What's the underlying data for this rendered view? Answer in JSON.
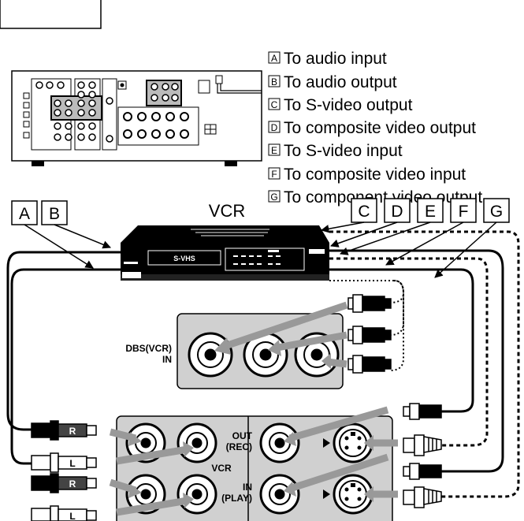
{
  "legend": [
    {
      "letter": "A",
      "text": "To audio input"
    },
    {
      "letter": "B",
      "text": "To audio output"
    },
    {
      "letter": "C",
      "text": "To S-video output"
    },
    {
      "letter": "D",
      "text": "To composite video output"
    },
    {
      "letter": "E",
      "text": "To S-video input"
    },
    {
      "letter": "F",
      "text": "To composite video input"
    },
    {
      "letter": "G",
      "text": "To component video output"
    }
  ],
  "vcr": {
    "title": "VCR",
    "badge": "S-VHS"
  },
  "panels": {
    "dbs_label_line1": "DBS(VCR)",
    "dbs_label_line2": "IN",
    "vcr_label": "VCR",
    "out_line1": "OUT",
    "out_line2": "(REC)",
    "in_line1": "IN",
    "in_line2": "(PLAY)"
  },
  "plugs": {
    "right": "R",
    "left": "L"
  }
}
